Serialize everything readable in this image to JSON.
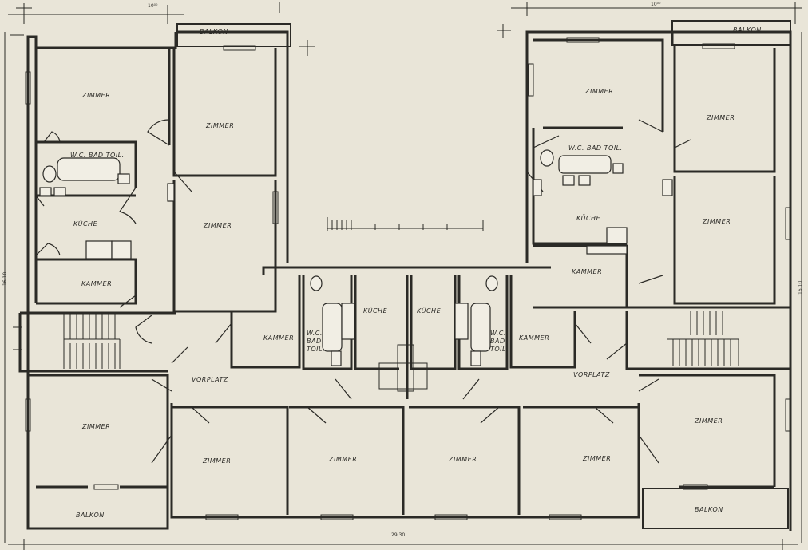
{
  "rooms": {
    "balkon_top_left": "BALKON",
    "balkon_top_right": "BALKON",
    "zimmer_tl_1": "ZIMMER",
    "zimmer_tl_2": "ZIMMER",
    "zimmer_tl_3": "ZIMMER",
    "wc_left": "W.C. BAD TOIL.",
    "kueche_left": "KÜCHE",
    "kammer_left": "KAMMER",
    "zimmer_tr_1": "ZIMMER",
    "zimmer_tr_2": "ZIMMER",
    "zimmer_tr_3": "ZIMMER",
    "wc_right": "W.C. BAD TOIL.",
    "kueche_right": "KÜCHE",
    "kammer_right": "KAMMER",
    "kammer_center_left": "KAMMER",
    "wc_center_left": [
      "W.C.",
      "BAD",
      "TOIL."
    ],
    "kueche_center_left": "KÜCHE",
    "kueche_center_right": "KÜCHE",
    "wc_center_right": [
      "W.C.",
      "BAD",
      "TOIL."
    ],
    "kammer_center_right": "KAMMER",
    "vorplatz_left": "VORPLATZ",
    "vorplatz_right": "VORPLATZ",
    "zimmer_bl": "ZIMMER",
    "zimmer_b1": "ZIMMER",
    "zimmer_b2": "ZIMMER",
    "zimmer_b3": "ZIMMER",
    "zimmer_b4": "ZIMMER",
    "zimmer_br": "ZIMMER",
    "balkon_bottom_left": "BALKON",
    "balkon_bottom_right": "BALKON"
  },
  "dimensions": {
    "top_left": "10⁰⁰",
    "top_right": "10⁰⁰",
    "bottom_center": "29 30",
    "left_side": "16 10",
    "right_side": "16 10"
  }
}
